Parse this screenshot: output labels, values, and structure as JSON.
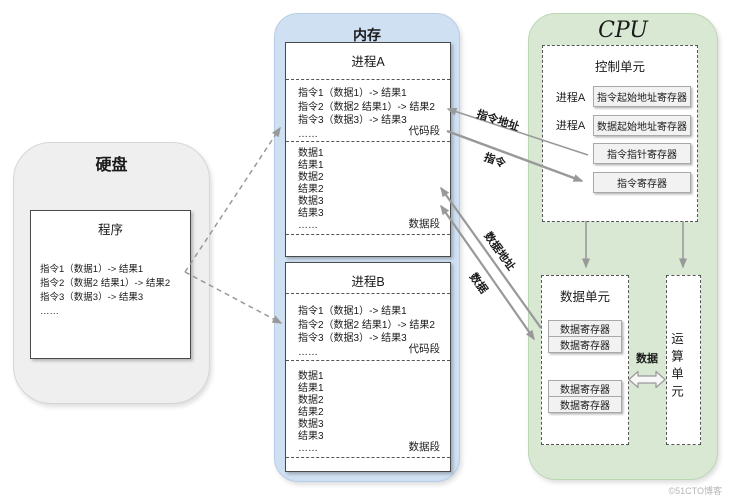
{
  "harddisk": {
    "title": "硬盘",
    "program": {
      "title": "程序",
      "lines": [
        "指令1（数据1）-> 结果1",
        "指令2（数据2 结果1）-> 结果2",
        "指令3（数据3）-> 结果3",
        "……"
      ]
    }
  },
  "memory": {
    "title": "内存",
    "process_a": {
      "title": "进程A",
      "code_lines": [
        "指令1（数据1）-> 结果1",
        "指令2（数据2 结果1）-> 结果2",
        "指令3（数据3）-> 结果3",
        "……"
      ],
      "code_label": "代码段",
      "data_lines": [
        "数据1",
        "结果1",
        "数据2",
        "结果2",
        "数据3",
        "结果3",
        "……"
      ],
      "data_label": "数据段"
    },
    "process_b": {
      "title": "进程B",
      "code_lines": [
        "指令1（数据1）-> 结果1",
        "指令2（数据2 结果1）-> 结果2",
        "指令3（数据3）-> 结果3",
        "……"
      ],
      "code_label": "代码段",
      "data_lines": [
        "数据1",
        "结果1",
        "数据2",
        "结果2",
        "数据3",
        "结果3",
        "……"
      ],
      "data_label": "数据段"
    }
  },
  "cpu": {
    "title": "CPU",
    "control_unit": {
      "title": "控制单元",
      "row1_prefix": "进程A",
      "row1_register": "指令起始地址寄存器",
      "row2_prefix": "进程A",
      "row2_register": "数据起始地址寄存器",
      "row3_register": "指令指针寄存器",
      "row4_register": "指令寄存器"
    },
    "data_unit": {
      "title": "数据单元",
      "group1": [
        "数据寄存器",
        "数据寄存器"
      ],
      "group2": [
        "数据寄存器",
        "数据寄存器"
      ]
    },
    "alu_title": "运算单元",
    "bus_label": "数据"
  },
  "arrow_labels": {
    "instruction_address": "指令地址",
    "instruction": "指令",
    "data_address": "数据地址",
    "data": "数据"
  },
  "watermark": "©51CTO博客",
  "colors": {
    "memory_bg": "#cfe0f2",
    "cpu_bg": "#d8e8d3",
    "harddisk_bg": "#f0eff0",
    "box_border": "#4a4a4a",
    "register_bg": "#f2f2f2",
    "arrow_gray": "#999999"
  }
}
